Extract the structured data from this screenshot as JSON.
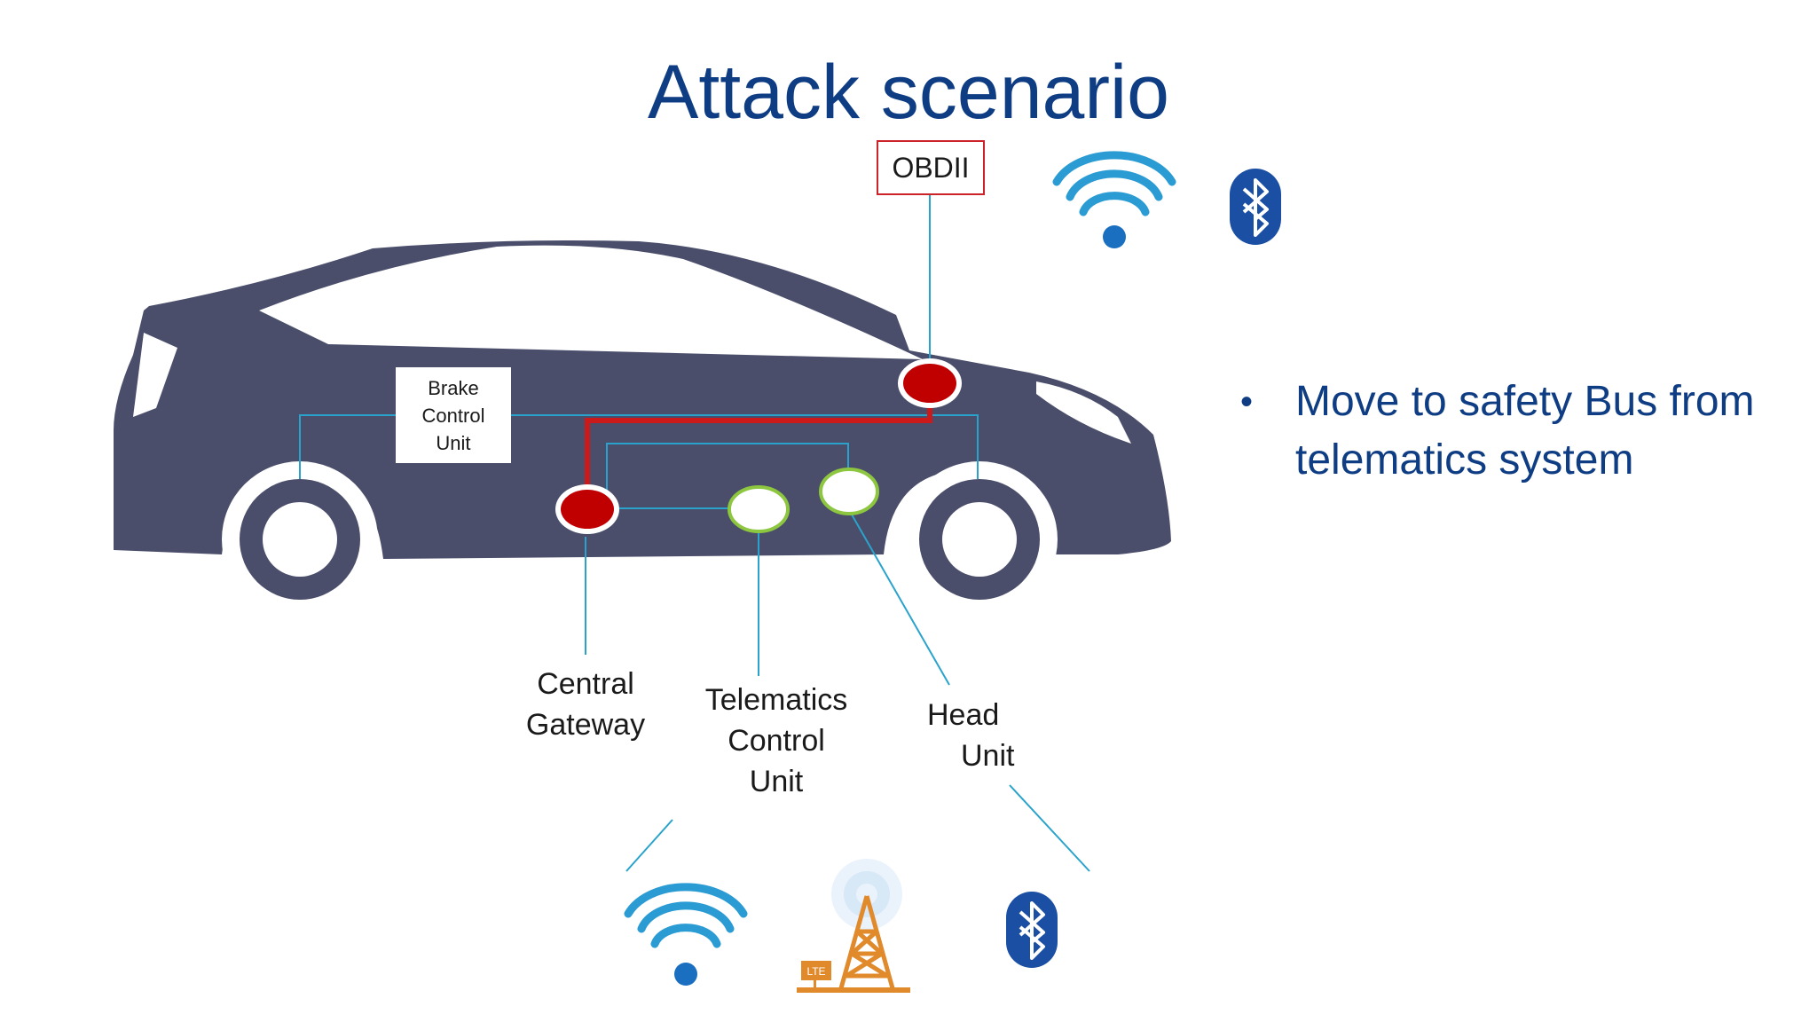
{
  "title": "Attack scenario",
  "labels": {
    "obd": "OBDII",
    "brake_control_unit": [
      "Brake",
      "Control",
      "Unit"
    ],
    "central_gateway": [
      "Central",
      "Gateway"
    ],
    "telematics_control_unit": [
      "Telematics",
      "Control",
      "Unit"
    ],
    "head_unit": [
      "Head",
      "Unit"
    ],
    "lte_badge": "LTE"
  },
  "bullets": [
    "Move to safety Bus from telematics system"
  ],
  "icons": [
    "car-silhouette",
    "wifi-icon",
    "bluetooth-icon",
    "lte-tower-icon"
  ],
  "colors": {
    "title": "#0f3d84",
    "car": "#4a4e6b",
    "compromised_node": "#c00000",
    "safe_node_ring": "#8dc63f",
    "bus_line": "#2aa3cc",
    "attack_path": "#cc1a1a",
    "bluetooth": "#1a4fa3",
    "tower": "#e08a2c"
  }
}
